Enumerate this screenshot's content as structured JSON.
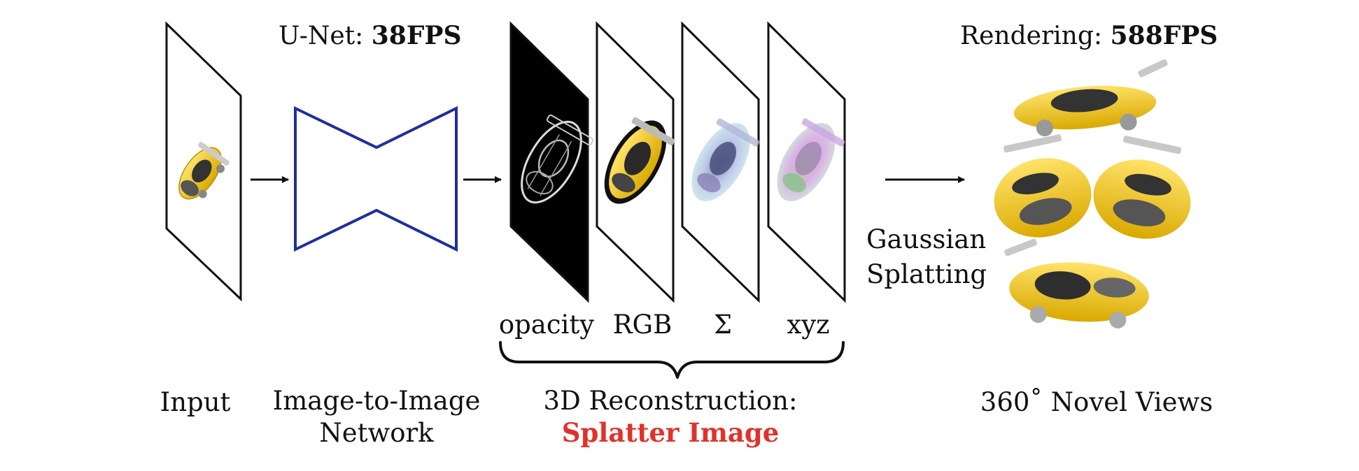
{
  "header": {
    "unet_prefix": "U-Net: ",
    "unet_fps": "38FPS",
    "render_prefix": "Rendering: ",
    "render_fps": "588FPS"
  },
  "channels": {
    "opacity": "opacity",
    "rgb": "RGB",
    "sigma": "Σ",
    "xyz": "xyz"
  },
  "splatting": {
    "line1": "Gaussian",
    "line2": "Splatting"
  },
  "captions": {
    "input": "Input",
    "network_line1": "Image-to-Image",
    "network_line2": "Network",
    "recon_line1": "3D Reconstruction:",
    "recon_line2": "Splatter Image",
    "views": "360˚ Novel Views"
  },
  "colors": {
    "network_outline": "#1f2e9c",
    "highlight": "#e0322a",
    "car_yellow": "#f2c714",
    "car_dark": "#3a3a3a"
  }
}
